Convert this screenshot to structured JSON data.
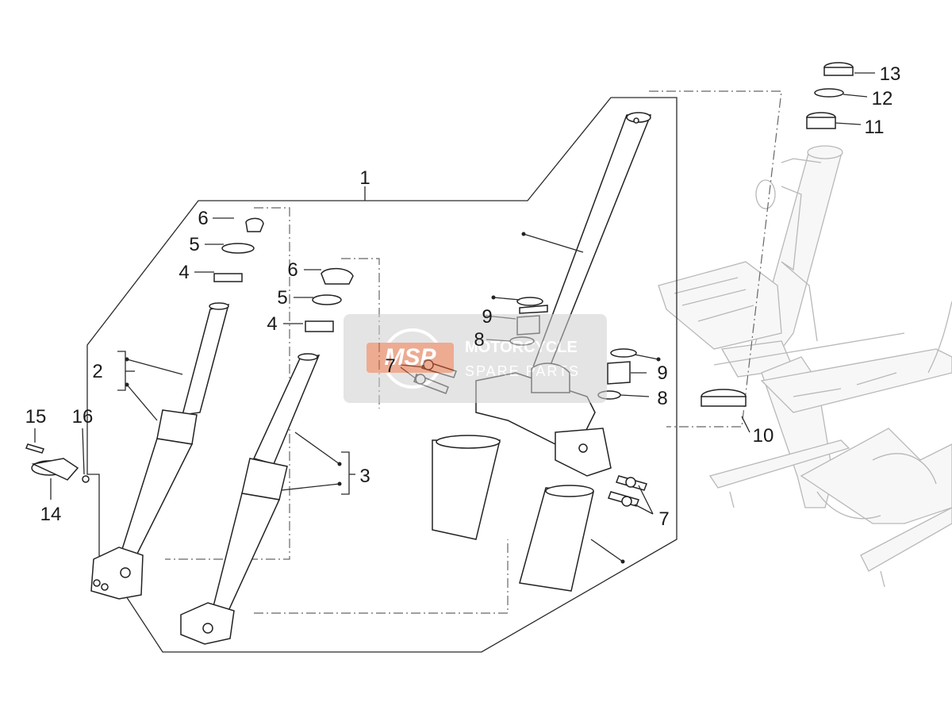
{
  "callouts": {
    "c1": "1",
    "c2": "2",
    "c3": "3",
    "c4a": "4",
    "c4b": "4",
    "c5a": "5",
    "c5b": "5",
    "c6a": "6",
    "c6b": "6",
    "c7a": "7",
    "c7b": "7",
    "c8a": "8",
    "c8b": "8",
    "c9a": "9",
    "c9b": "9",
    "c10": "10",
    "c11": "11",
    "c12": "12",
    "c13": "13",
    "c14": "14",
    "c15": "15",
    "c16": "16"
  },
  "watermark": {
    "logo_text": "MSP",
    "line1": "MOTORCYCLE",
    "line2": "SPARE PARTS"
  },
  "colors": {
    "line": "#222222",
    "frame": "#b8b8b8",
    "watermark_bg": "#cfcfcf",
    "watermark_accent": "#e0673a"
  }
}
